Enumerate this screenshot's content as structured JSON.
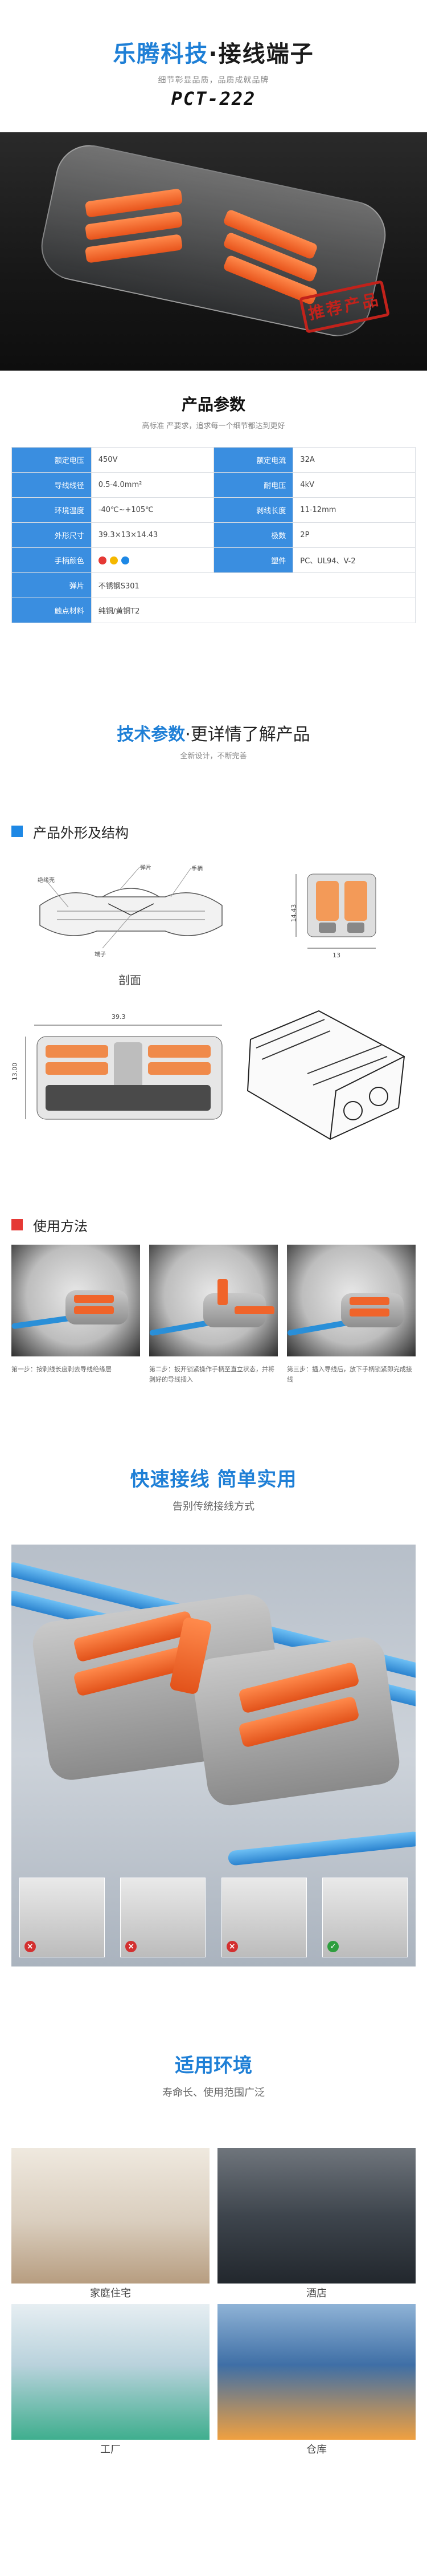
{
  "header": {
    "title_part1": "乐腾科技",
    "title_sep": "·",
    "title_part2": "接线端子",
    "subtitle": "细节彰显品质，品质成就品牌",
    "model": "PCT-222"
  },
  "hero": {
    "stamp_text": "推荐产品"
  },
  "params": {
    "title": "产品参数",
    "subtitle": "高标准 严要求，追求每一个细节都达到更好",
    "rows": [
      {
        "k1": "额定电压",
        "v1": "450V",
        "k2": "额定电流",
        "v2": "32A"
      },
      {
        "k1": "导线线径",
        "v1": "0.5-4.0mm²",
        "k2": "耐电压",
        "v2": "4kV"
      },
      {
        "k1": "环境温度",
        "v1": "-40℃~+105℃",
        "k2": "剥线长度",
        "v2": "11-12mm"
      },
      {
        "k1": "外形尺寸",
        "v1": "39.3×13×14.43",
        "k2": "极数",
        "v2": "2P"
      },
      {
        "k1": "手柄颜色",
        "v1": "",
        "k2": "塑件",
        "v2": "PC、UL94、V-2"
      },
      {
        "k1": "弹片",
        "v1": "不锈钢S301"
      },
      {
        "k1": "触点材料",
        "v1": "纯铜/黄铜T2"
      }
    ],
    "handle_colors": [
      "#e53935",
      "#f5b800",
      "#1e88e5"
    ]
  },
  "tech": {
    "title_blue": "技术参数",
    "title_dark": "·更详情了解产品",
    "subtitle": "全新设计，不断完善",
    "dims_heading": "产品外形及结构",
    "section_caption": "剖面",
    "labels": {
      "cut_top": "弹片",
      "cut_mid": "端子",
      "cut_right": "手柄",
      "cut_left": "绝缘壳",
      "dim_h": "14.43",
      "dim_w": "13",
      "dim_len": "39.3",
      "dim_side": "13.00"
    },
    "usage_heading": "使用方法",
    "usage_steps": [
      "第一步：按剥线长度剥去导线绝缘层",
      "第二步：扳开锁紧操作手柄至直立状态，并将剥好的导线插入",
      "第三步：插入导线后，放下手柄锁紧即完成接线"
    ],
    "colors": {
      "dims_square": "#1e88e5",
      "usage_square": "#e53935"
    }
  },
  "quick": {
    "title": "快速接线 简单实用",
    "subtitle": "告别传统接线方式",
    "thumb_marks": [
      "×",
      "×",
      "×",
      "✓"
    ]
  },
  "env": {
    "title": "适用环境",
    "subtitle": "寿命长、使用范围广泛",
    "places": [
      "家庭住宅",
      "酒店",
      "工厂",
      "仓库"
    ]
  }
}
